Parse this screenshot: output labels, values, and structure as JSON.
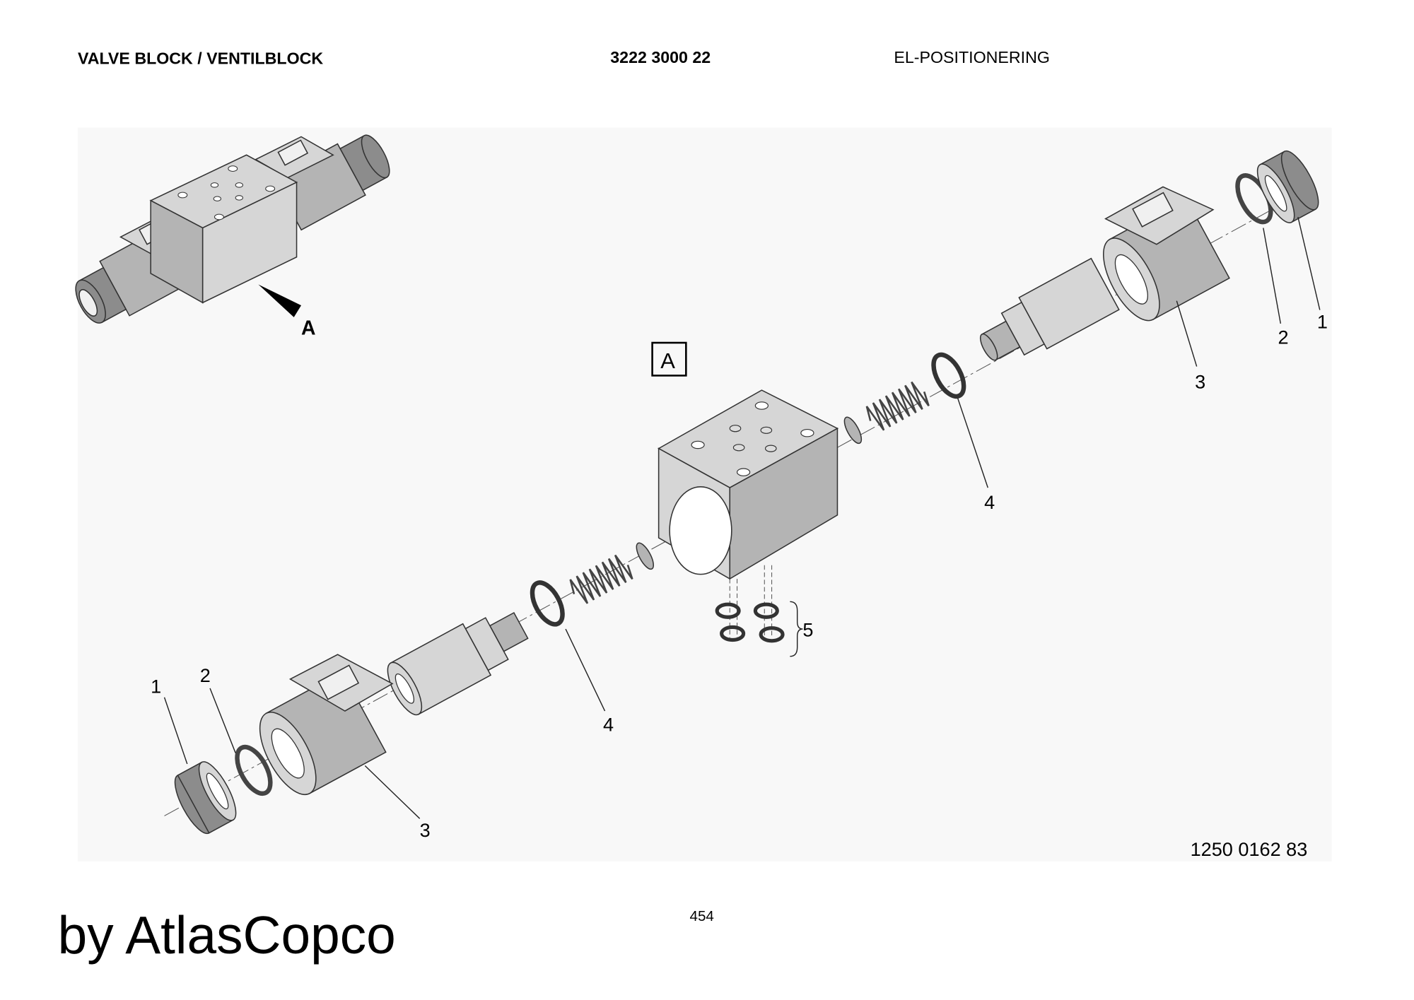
{
  "header": {
    "title": "VALVE BLOCK / VENTILBLOCK",
    "part_number": "3222 3000 22",
    "section": "EL-POSITIONERING"
  },
  "drawing": {
    "view_label": "A",
    "arrow_label": "A",
    "callouts": {
      "right_1": "1",
      "right_2": "2",
      "right_3": "3",
      "right_4": "4",
      "left_1": "1",
      "left_2": "2",
      "left_3": "3",
      "left_4": "4",
      "washers_5": "5"
    },
    "drawing_number": "1250 0162 83"
  },
  "footer": {
    "page_number": "454",
    "brand": "by AtlasCopco"
  }
}
